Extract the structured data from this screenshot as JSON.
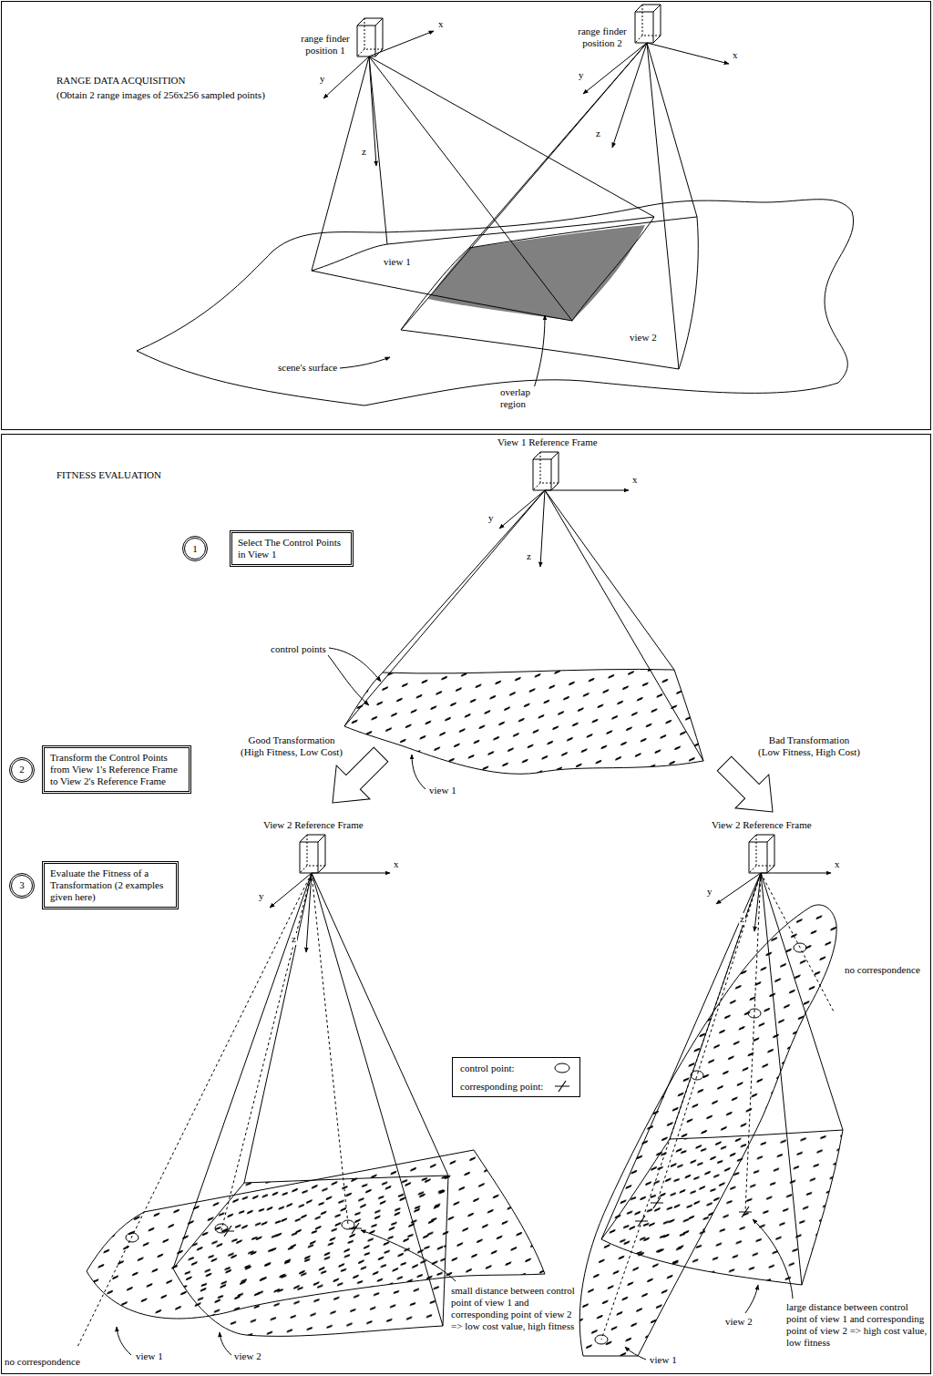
{
  "diagram": {
    "nodes": [
      {
        "text": [
          "RANGE DATA ACQUISITION",
          "(Obtain 2 range images of 256x256 sampled points)"
        ]
      },
      {
        "text": [
          "FITNESS EVALUATION"
        ]
      },
      {
        "text": [
          "1"
        ],
        "in": 1
      },
      {
        "text": [
          "Select The Control Points in View 1"
        ],
        "in": 1
      },
      {
        "text": [
          "2"
        ],
        "in": 1
      },
      {
        "text": [
          "Transform the Control Points from View 1's Reference Frame to View 2's Reference Frame"
        ],
        "in": 1
      },
      {
        "text": [
          "3"
        ],
        "in": 1
      },
      {
        "text": [
          "Evaluate the Fitness of a Transformation (2 examples given here)"
        ],
        "in": 1
      }
    ],
    "labels": [
      "range finder position 1",
      "x",
      "y",
      "z",
      "range finder position 2",
      "x",
      "y",
      "z",
      "view 1",
      "view 2",
      "scene's surface",
      "overlap region",
      "View 1 Reference Frame",
      "x",
      "y",
      "z",
      "control points",
      "view 1",
      "Good Transformation (High Fitness, Low Cost)",
      "Bad Transformation (Low Fitness, High Cost)",
      "View 2 Reference Frame",
      "x",
      "y",
      "z",
      "View 2 Reference Frame",
      "x",
      "y",
      "z",
      "no correspondence",
      "view 1",
      "view 2",
      "small distance between control point of view 1 and corresponding point of view 2 => low cost value, high fitness",
      "no correspondence",
      "view 1",
      "view 2",
      "large distance between control point of view 1 and corresponding point of view 2 => high cost value, low fitness"
    ],
    "legend": [
      {
        "text": "control point:"
      },
      {
        "text": "corresponding point:"
      }
    ]
  }
}
